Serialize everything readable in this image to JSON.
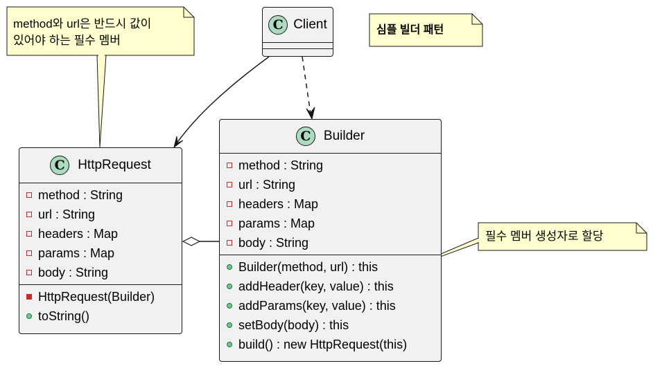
{
  "diagram": {
    "client": {
      "name": "Client",
      "stereotype_icon": "C"
    },
    "http_request": {
      "name": "HttpRequest",
      "stereotype_icon": "C",
      "fields": [
        "method : String",
        "url : String",
        "headers : Map",
        "params : Map",
        "body : String"
      ],
      "methods": [
        {
          "label": "HttpRequest(Builder)",
          "visibility": "private"
        },
        {
          "label": "toString()",
          "visibility": "public"
        }
      ]
    },
    "builder": {
      "name": "Builder",
      "stereotype_icon": "C",
      "fields": [
        "method : String",
        "url : String",
        "headers : Map",
        "params : Map",
        "body : String"
      ],
      "methods": [
        {
          "label": "Builder(method, url) : this",
          "visibility": "public"
        },
        {
          "label": "addHeader(key, value) : this",
          "visibility": "public"
        },
        {
          "label": "addParams(key, value) : this",
          "visibility": "public"
        },
        {
          "label": "setBody(body) : this",
          "visibility": "public"
        },
        {
          "label": "build() : new HttpRequest(this)",
          "visibility": "public"
        }
      ]
    },
    "notes": {
      "required_members": {
        "lines": [
          "method와 url은 반드시 값이",
          "있어야 하는 필수 멤버"
        ]
      },
      "title_note": {
        "text": "심플 빌더 패턴"
      },
      "constructor_note": {
        "text": "필수 멤버 생성자로 할당"
      }
    },
    "relations": [
      {
        "from": "Client",
        "to": "HttpRequest",
        "kind": "association"
      },
      {
        "from": "Client",
        "to": "Builder",
        "kind": "dependency"
      },
      {
        "from": "HttpRequest",
        "to": "Builder",
        "kind": "aggregation"
      }
    ],
    "colors": {
      "class_fill": "#f1f1f1",
      "note_fill": "#fefece",
      "icon_fill": "#addbc0",
      "private_red": "#c82930",
      "public_green": "#84be84",
      "line": "#181818"
    }
  }
}
